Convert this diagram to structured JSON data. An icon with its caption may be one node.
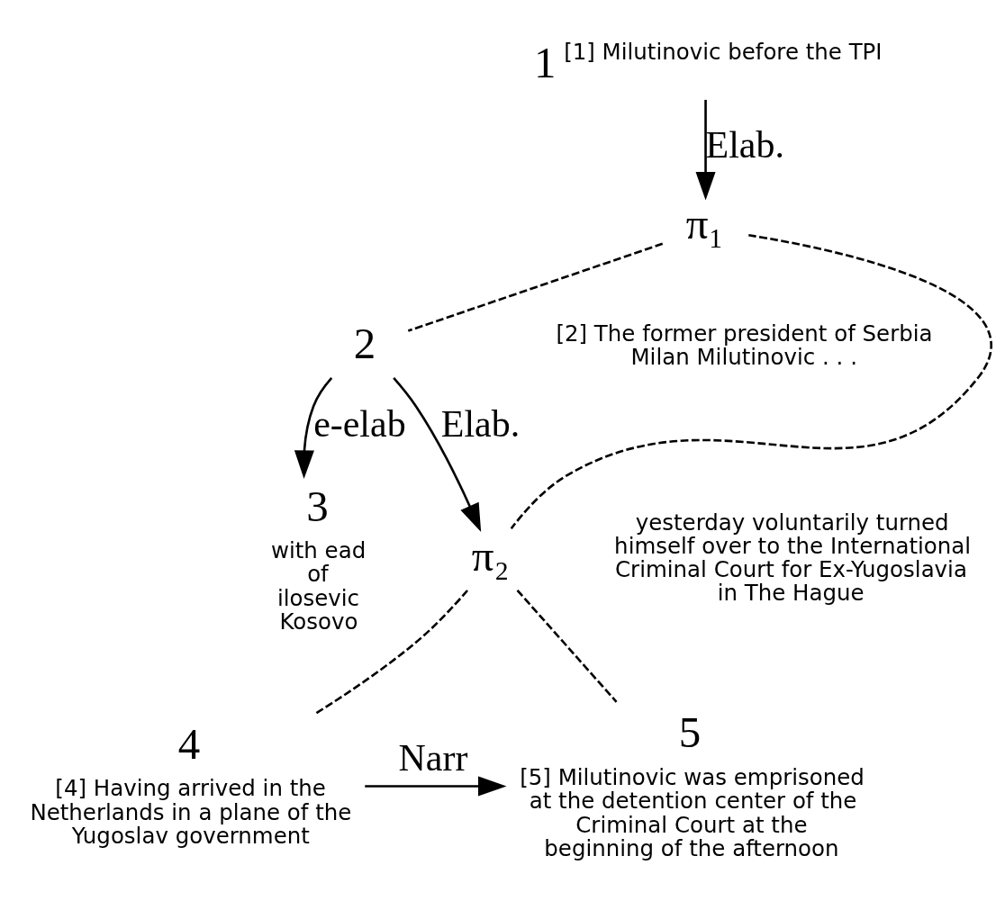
{
  "diagram": {
    "nodes": [
      {
        "text": [
          "1"
        ],
        "beside": [
          "[1] Milutinovic before the TPI"
        ]
      },
      {
        "text": [
          "π₁"
        ]
      },
      {
        "text": [
          "2"
        ]
      },
      {
        "text": [
          "3"
        ],
        "beside": [
          "with ead of ilosevic Kosovo"
        ]
      },
      {
        "text": [
          "π₂"
        ]
      },
      {
        "text": [
          "4"
        ],
        "beside": [
          "[4] Having arrived in the Netherlands in a plane of the Yugoslav government"
        ]
      },
      {
        "text": [
          "5"
        ],
        "beside": [
          "[5] Milutinovic was emprisoned at the detention center of the Criminal Court at the beginning of the afternoon"
        ]
      }
    ],
    "edges": [
      {
        "from": 0,
        "to": 1,
        "arrow": "to",
        "label": "Elab."
      },
      {
        "from": 1,
        "to": 2,
        "arrow": "none",
        "style": "dashed"
      },
      {
        "from": 1,
        "to": 4,
        "arrow": "none",
        "style": "dashed"
      },
      {
        "from": 2,
        "to": 3,
        "arrow": "to",
        "label": "e-elab"
      },
      {
        "from": 2,
        "to": 4,
        "arrow": "to",
        "label": "Elab."
      },
      {
        "from": 4,
        "to": 5,
        "arrow": "none",
        "style": "dashed"
      },
      {
        "from": 4,
        "to": 6,
        "arrow": "none",
        "style": "dashed"
      },
      {
        "from": 5,
        "to": 6,
        "arrow": "to",
        "label": "Narr"
      }
    ],
    "labels": [
      "[2] The former president of Serbia Milan Milutinovic . . .",
      "yesterday voluntarily turned himself over to the International Criminal Court for Ex-Yugoslavia in The Hague"
    ]
  }
}
